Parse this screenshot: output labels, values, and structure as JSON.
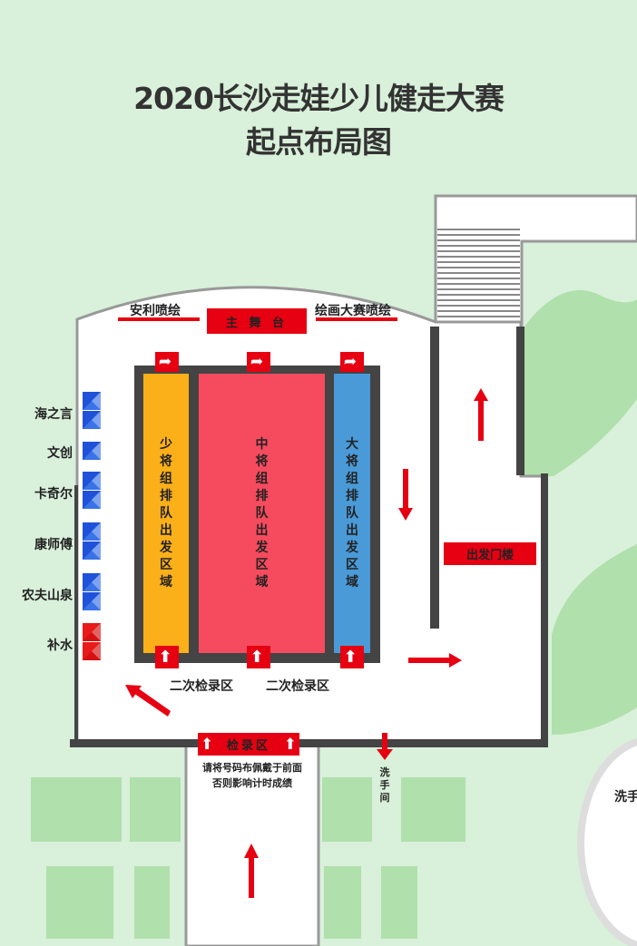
{
  "title": {
    "line1": "2020长沙走娃少儿健走大赛",
    "line2": "起点布局图"
  },
  "top_labels": {
    "left_paint": "安利喷绘",
    "stage": "主 舞 台",
    "right_paint": "绘画大赛喷绘"
  },
  "zones": [
    {
      "chars": [
        "少",
        "将",
        "组",
        "排",
        "队",
        "出",
        "发",
        "区",
        "域"
      ],
      "color": "#fbb01a"
    },
    {
      "chars": [
        "中",
        "将",
        "组",
        "排",
        "队",
        "出",
        "发",
        "区",
        "域"
      ],
      "color": "#f64b5e"
    },
    {
      "chars": [
        "大",
        "将",
        "组",
        "排",
        "队",
        "出",
        "发",
        "区",
        "域"
      ],
      "color": "#4a9ad8"
    }
  ],
  "sponsors": [
    {
      "name": "海之言",
      "booths": 2,
      "color": "blue"
    },
    {
      "name": "文创",
      "booths": 1,
      "color": "blue"
    },
    {
      "name": "卡奇尔",
      "booths": 2,
      "color": "blue"
    },
    {
      "name": "康师傅",
      "booths": 2,
      "color": "blue"
    },
    {
      "name": "农夫山泉",
      "booths": 2,
      "color": "blue"
    },
    {
      "name": "补水",
      "booths": 2,
      "color": "red"
    }
  ],
  "checkpoints": {
    "second_left": "二次检录区",
    "second_right": "二次检录区",
    "main": "检录区"
  },
  "notice": {
    "line1": "请将号码布佩戴于前面",
    "line2": "否则影响计时成绩"
  },
  "start_gate": "出发门楼",
  "restroom_small": "洗手间",
  "restroom_right": "洗手",
  "colors": {
    "red": "#e60012",
    "wall": "#444444",
    "grass": "#b0e0ac",
    "bg": "#d9f0da"
  }
}
